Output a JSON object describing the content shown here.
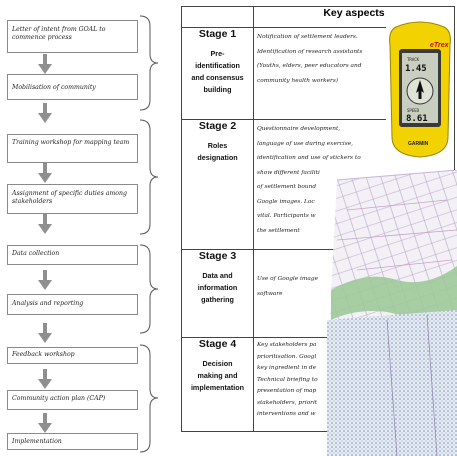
{
  "process_steps": [
    {
      "text": "Letter of intent from GOAL to commence process"
    },
    {
      "text": "Mobilisation of community"
    },
    {
      "text": "Training workshop for mapping team"
    },
    {
      "text": "Assignment of specific duties among stakeholders"
    },
    {
      "text": "Data collection"
    },
    {
      "text": "Analysis and reporting"
    },
    {
      "text": "Feedback workshop"
    },
    {
      "text": "Community action plan (CAP)"
    },
    {
      "text": "Implementation"
    }
  ],
  "table": {
    "header": "Key aspects",
    "stages": [
      {
        "number": "Stage 1",
        "title": "Pre-identification and consensus building",
        "title_lines": [
          "Pre-",
          "identification",
          "and consensus",
          "building"
        ],
        "lines": [
          "Notification of settlement leaders.",
          "Identification of research assistants",
          "(Youths, elders, peer educators and",
          "community health workers)"
        ]
      },
      {
        "number": "Stage 2",
        "title": "Roles designation",
        "title_lines": [
          "Roles",
          "designation"
        ],
        "lines": [
          "Questionnaire development,",
          "language of use during exercise,",
          "identification and use of stickers to",
          "show different faciliti",
          "of settlement bound",
          "Google images.  Loc",
          "vital.  Participants w",
          "the settlement"
        ]
      },
      {
        "number": "Stage 3",
        "title": "Data and information gathering",
        "title_lines": [
          "Data and",
          "information",
          "gathering"
        ],
        "lines": [
          "Use of Google image",
          "software"
        ]
      },
      {
        "number": "Stage 4",
        "title": "Decision making and implementation",
        "title_lines": [
          "Decision",
          "making and",
          "implementation"
        ],
        "lines": [
          "Key stakeholders pa",
          "prioritisation. Googl",
          "key ingredient in de",
          "Technical briefing to",
          "presentation of map",
          "stakeholders, priorit",
          "interventions and w"
        ]
      }
    ]
  },
  "gps_device": {
    "brand": "eTrex",
    "top_label": "TRACK",
    "top_value": "1.45",
    "bottom_label": "SPEED",
    "bottom_value": "8.61",
    "maker": "GARMIN",
    "color": "#f2d200"
  }
}
